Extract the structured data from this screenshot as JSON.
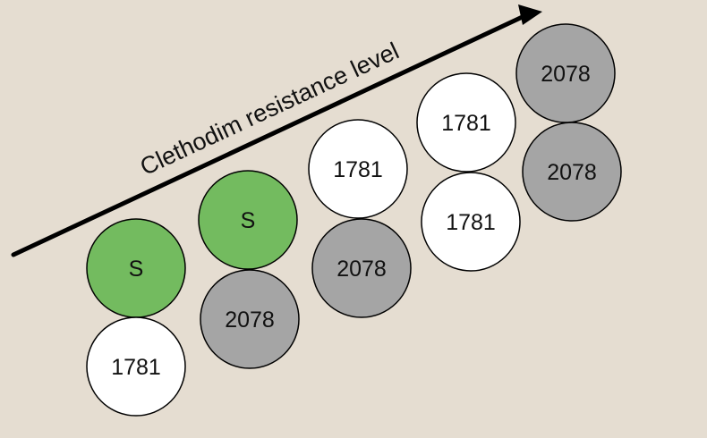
{
  "arrow": {
    "label": "Clethodim resistance level",
    "color": "#000000"
  },
  "genotypes": [
    {
      "alleles": [
        {
          "label": "S",
          "type": "susceptible"
        },
        {
          "label": "1781",
          "type": "1781"
        }
      ]
    },
    {
      "alleles": [
        {
          "label": "S",
          "type": "susceptible"
        },
        {
          "label": "2078",
          "type": "2078"
        }
      ]
    },
    {
      "alleles": [
        {
          "label": "1781",
          "type": "1781"
        },
        {
          "label": "2078",
          "type": "2078"
        }
      ]
    },
    {
      "alleles": [
        {
          "label": "1781",
          "type": "1781"
        },
        {
          "label": "1781",
          "type": "1781"
        }
      ]
    },
    {
      "alleles": [
        {
          "label": "2078",
          "type": "2078"
        },
        {
          "label": "2078",
          "type": "2078"
        }
      ]
    }
  ],
  "colors": {
    "background": "#e5ddd1",
    "susceptible": "#73bb5f",
    "1781": "#ffffff",
    "2078": "#a5a5a5",
    "outline": "#000000"
  }
}
